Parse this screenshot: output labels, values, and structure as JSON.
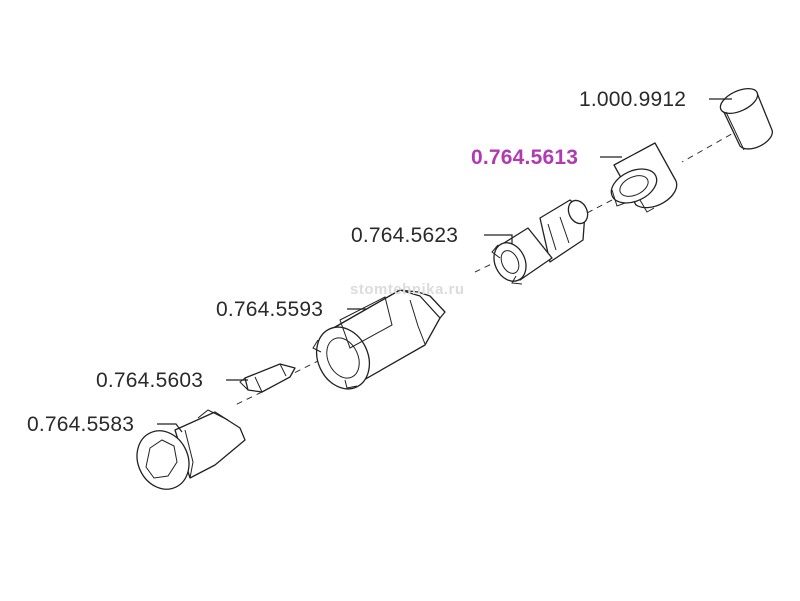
{
  "diagram": {
    "parts": [
      {
        "id": "p1",
        "number": "1.000.9912",
        "highlighted": false
      },
      {
        "id": "p2",
        "number": "0.764.5613",
        "highlighted": true
      },
      {
        "id": "p3",
        "number": "0.764.5623",
        "highlighted": false
      },
      {
        "id": "p4",
        "number": "0.764.5593",
        "highlighted": false
      },
      {
        "id": "p5",
        "number": "0.764.5603",
        "highlighted": false
      },
      {
        "id": "p6",
        "number": "0.764.5583",
        "highlighted": false
      }
    ],
    "watermark": "stomtehnika.ru",
    "colors": {
      "highlight": "#b03ab3",
      "line": "#222222",
      "text": "#2a2a2a"
    }
  }
}
